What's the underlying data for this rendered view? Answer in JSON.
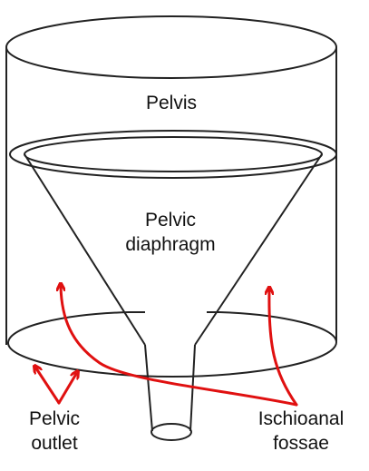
{
  "labels": {
    "pelvis": "Pelvis",
    "diaphragm_line1": "Pelvic",
    "diaphragm_line2": "diaphragm",
    "outlet_line1": "Pelvic",
    "outlet_line2": "outlet",
    "fossae_line1": "Ischioanal",
    "fossae_line2": "fossae"
  },
  "colors": {
    "outline": "#222222",
    "arrow": "#e01010",
    "background": "#ffffff"
  }
}
